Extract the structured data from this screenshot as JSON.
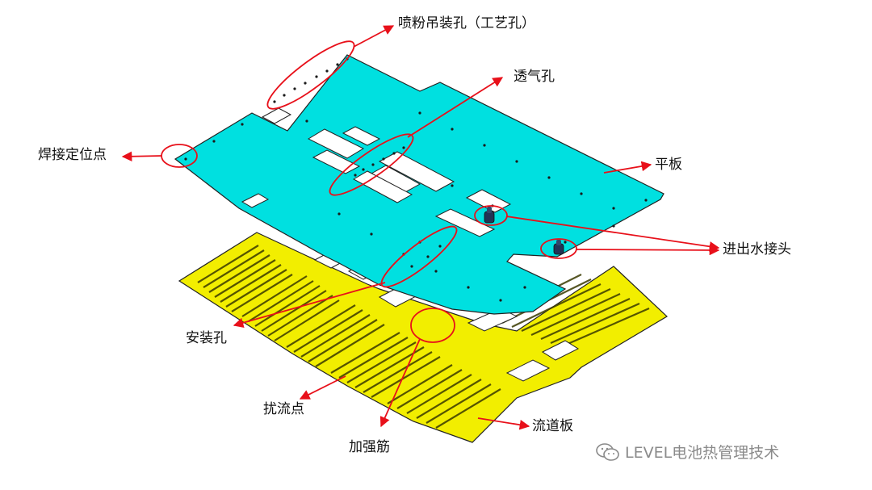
{
  "labels": {
    "spray_hole": "喷粉吊装孔（工艺孔）",
    "vent_hole": "透气孔",
    "weld_point": "焊接定位点",
    "plate": "平板",
    "water_connector": "进出水接头",
    "mount_hole": "安装孔",
    "turbulence_point": "扰流点",
    "flow_plate": "流道板",
    "rib": "加强筋"
  },
  "watermark": {
    "text": "LEVEL电池热管理技术",
    "icon": "wechat-icon"
  },
  "colors": {
    "top_plate": "#00e0e0",
    "flow_plate": "#f2ee00",
    "annotation": "#e8101a",
    "outline": "#222222"
  }
}
